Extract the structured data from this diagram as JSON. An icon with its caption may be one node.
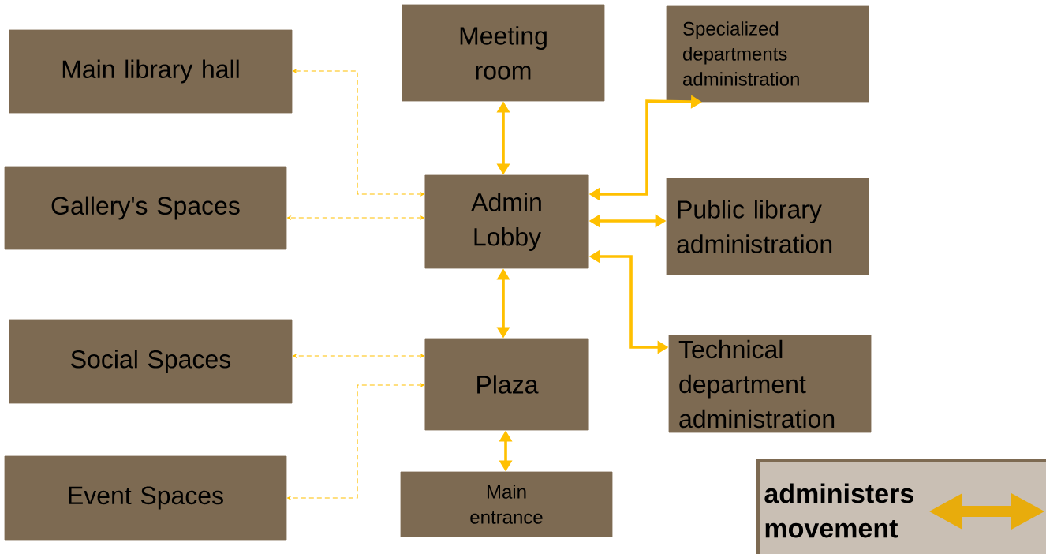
{
  "diagram": {
    "nodes": [
      {
        "text": [
          "Main library hall"
        ]
      },
      {
        "text": [
          "Meeting room"
        ]
      },
      {
        "text": [
          "Specialized departments administration"
        ]
      },
      {
        "text": [
          "Gallery's Spaces"
        ]
      },
      {
        "text": [
          "Admin Lobby"
        ]
      },
      {
        "text": [
          "Public library administration"
        ]
      },
      {
        "text": [
          "Social Spaces"
        ]
      },
      {
        "text": [
          "Plaza"
        ]
      },
      {
        "text": [
          "Technical department administration"
        ]
      },
      {
        "text": [
          "Event Spaces"
        ]
      },
      {
        "text": [
          "Main entrance"
        ]
      }
    ],
    "edges": [
      {
        "from": 4,
        "to": 0,
        "arrow": "both",
        "style": "dashed"
      },
      {
        "from": 4,
        "to": 1,
        "arrow": "both"
      },
      {
        "from": 4,
        "to": 2,
        "arrow": "both"
      },
      {
        "from": 4,
        "to": 3,
        "arrow": "both",
        "style": "dashed"
      },
      {
        "from": 4,
        "to": 5,
        "arrow": "both"
      },
      {
        "from": 4,
        "to": 8,
        "arrow": "both"
      },
      {
        "from": 4,
        "to": 7,
        "arrow": "both"
      },
      {
        "from": 7,
        "to": 6,
        "arrow": "both",
        "style": "dashed"
      },
      {
        "from": 7,
        "to": 9,
        "arrow": "both",
        "style": "dashed"
      },
      {
        "from": 7,
        "to": 10,
        "arrow": "both"
      }
    ],
    "legend": [
      {
        "text": "administers movement"
      }
    ]
  }
}
